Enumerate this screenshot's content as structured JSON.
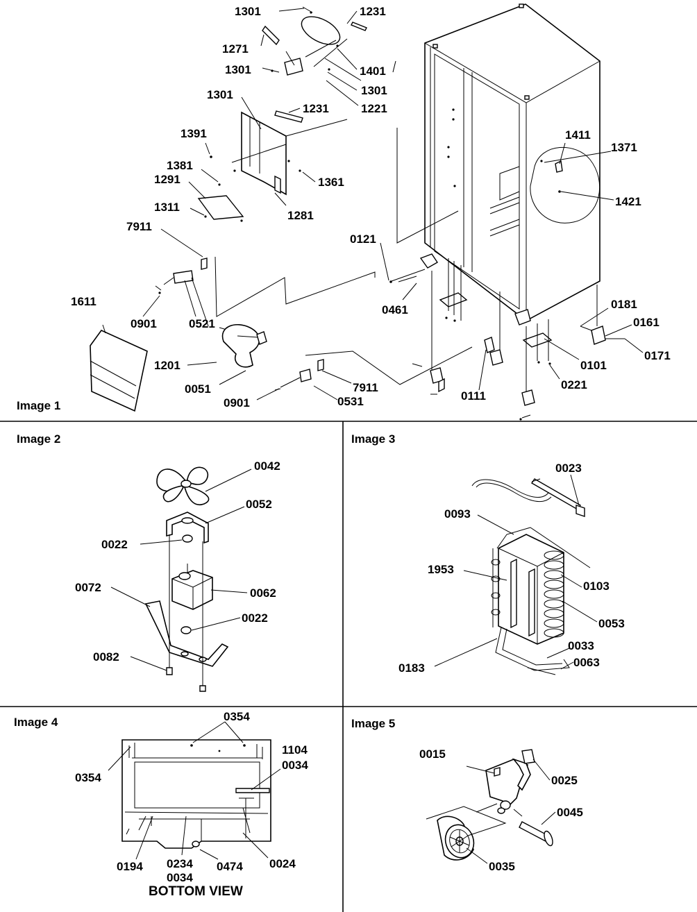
{
  "panels": [
    {
      "caption": "Image 1",
      "labels": [
        "1301",
        "1231",
        "1271",
        "1301",
        "1401",
        "1301",
        "1221",
        "1301",
        "1231",
        "1391",
        "1381",
        "1291",
        "1361",
        "1281",
        "1311",
        "7911",
        "1611",
        "0901",
        "0521",
        "1201",
        "0051",
        "0901",
        "7911",
        "0531",
        "0121",
        "0461",
        "1411",
        "1371",
        "1421",
        "0181",
        "0161",
        "0171",
        "0101",
        "0221",
        "0111"
      ]
    },
    {
      "caption": "Image 2",
      "labels": [
        "0042",
        "0052",
        "0022",
        "0062",
        "0072",
        "0022",
        "0082"
      ]
    },
    {
      "caption": "Image 3",
      "labels": [
        "0023",
        "0093",
        "1953",
        "0103",
        "0053",
        "0183",
        "0033",
        "0063"
      ]
    },
    {
      "caption": "Image 4",
      "labels": [
        "0354",
        "0354",
        "1104",
        "0034",
        "0194",
        "0234",
        "0034",
        "0474",
        "0024"
      ],
      "view_title": "BOTTOM VIEW"
    },
    {
      "caption": "Image 5",
      "labels": [
        "0015",
        "0025",
        "0045",
        "0035"
      ]
    }
  ]
}
